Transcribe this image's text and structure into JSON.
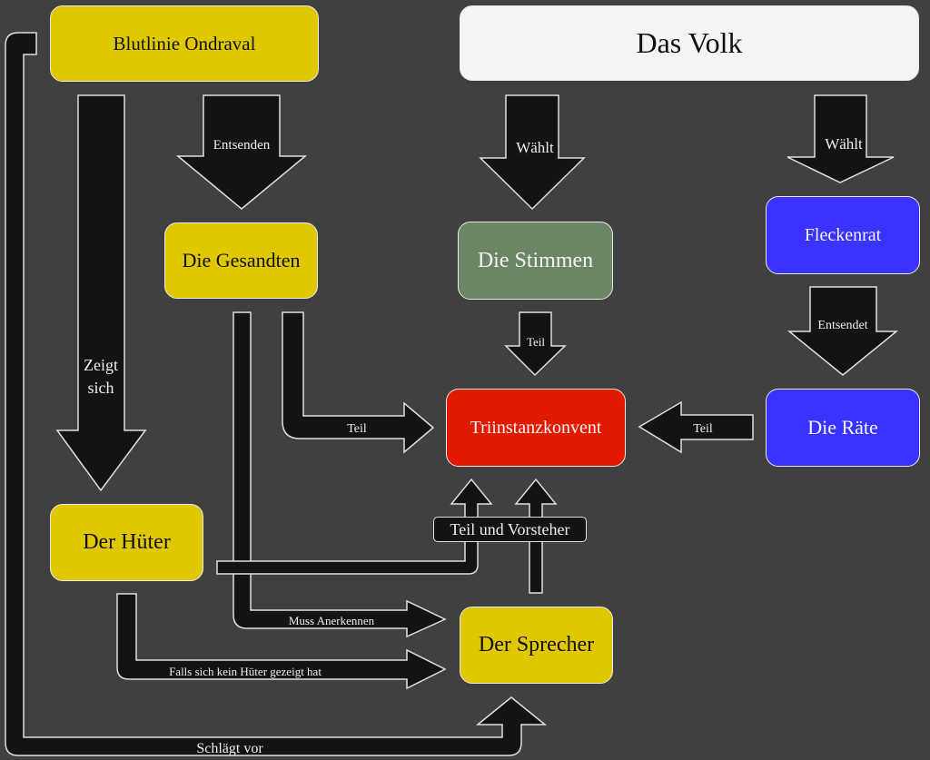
{
  "colors": {
    "background": "#404040",
    "arrow_fill": "#131313",
    "bloodline": "#e0c800",
    "people": "#f4f4f4",
    "voices": "#6b8565",
    "council": "#3a33ff",
    "convent": "#e21a00"
  },
  "nodes": {
    "blutlinie": "Blutlinie Ondraval",
    "volk": "Das Volk",
    "gesandten": "Die Gesandten",
    "stimmen": "Die Stimmen",
    "fleckenrat": "Fleckenrat",
    "konvent": "Triinstanzkonvent",
    "raete": "Die Räte",
    "hueter": "Der Hüter",
    "sprecher": "Der Sprecher"
  },
  "edges": {
    "entsenden": "Entsenden",
    "waehlt_stimmen": "Wählt",
    "waehlt_fleckenrat": "Wählt",
    "zeigt_sich_1": "Zeigt",
    "zeigt_sich_2": "sich",
    "teil_gesandten": "Teil",
    "teil_stimmen": "Teil",
    "entsendet": "Entsendet",
    "teil_raete": "Teil",
    "teil_und_vorsteher": "Teil und Vorsteher",
    "muss_anerkennen": "Muss Anerkennen",
    "falls_kein_hueter": "Falls sich kein Hüter gezeigt hat",
    "schlaegt_vor": "Schlägt vor"
  }
}
